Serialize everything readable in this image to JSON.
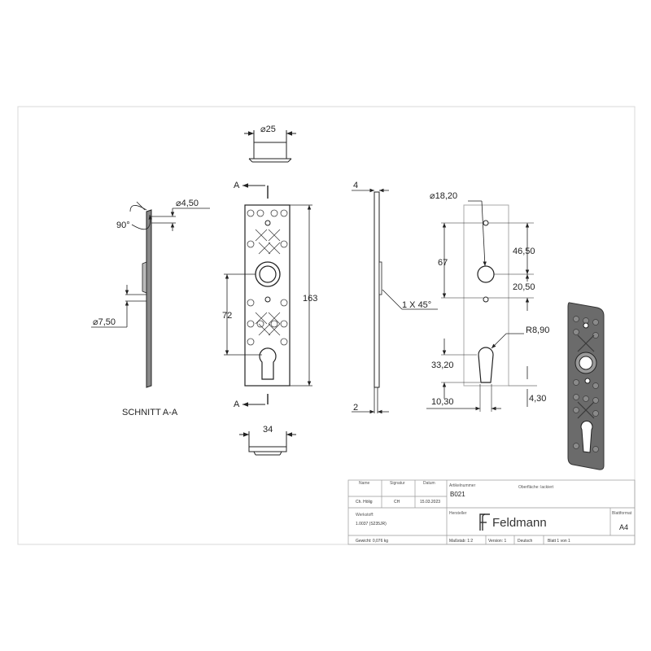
{
  "dimensions": {
    "top_diameter": "⌀25",
    "bottom_width": "34",
    "height": "163",
    "hole_spacing": "72",
    "section_hole": "⌀4,50",
    "section_angle": "90°",
    "section_bottom_hole": "⌀7,50",
    "thickness_top": "4",
    "thickness_bottom": "2",
    "chamfer": "1 X 45°",
    "big_hole_diameter": "⌀18,20",
    "dist_67": "67",
    "dist_46_50": "46,50",
    "dist_20_50": "20,50",
    "radius": "R8,90",
    "dist_33_20": "33,20",
    "dist_10_30": "10,30",
    "dist_4_30": "4,30"
  },
  "section_labels": {
    "top": "A",
    "bottom": "A",
    "caption": "SCHNITT A-A"
  },
  "title_block": {
    "h_name": "Name",
    "h_signatur": "Signatur",
    "h_datum": "Datum",
    "h_artikelnummer": "Artikelnummer",
    "h_oberflaeche": "Oberfläche: lackiert",
    "name_value": "Ch. Hölig",
    "signatur_value": "CH",
    "datum_value": "15.03.2023",
    "artikelnummer": "B021",
    "werkstoff_label": "Werkstoff:",
    "werkstoff_value": "1.0037 (S235JR)",
    "hersteller_label": "Hersteller",
    "logo_text": "Feldmann",
    "blattformat_label": "Blattformat",
    "blattformat_value": "A4",
    "gewicht": "Gewicht: 0,076 kg",
    "massstab": "Maßstab: 1:2",
    "version": "Version: 1",
    "sprache": "Deutsch",
    "blatt": "Blatt 1 von 1"
  }
}
